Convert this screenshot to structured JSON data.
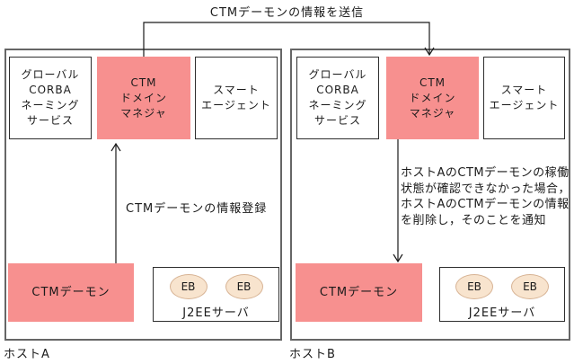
{
  "annotations": {
    "send_info": "CTMデーモンの情報を送信",
    "register_info": "CTMデーモンの情報登録",
    "delete_notice": "ホストAのCTMデーモンの稼働状態が確認できなかった場合，ホストAのCTMデーモンの情報を削除し，そのことを通知"
  },
  "hosts": [
    {
      "name": "ホストA",
      "corba_lines": [
        "グローバル",
        "CORBA",
        "ネーミング",
        "サービス"
      ],
      "ctm_dm_lines": [
        "CTM",
        "ドメイン",
        "マネジャ"
      ],
      "smart_lines": [
        "スマート",
        "エージェント"
      ],
      "daemon_label": "CTMデーモン",
      "j2ee_label": "J2EEサーバ",
      "eb_labels": [
        "EB",
        "EB"
      ]
    },
    {
      "name": "ホストB",
      "corba_lines": [
        "グローバル",
        "CORBA",
        "ネーミング",
        "サービス"
      ],
      "ctm_dm_lines": [
        "CTM",
        "ドメイン",
        "マネジャ"
      ],
      "smart_lines": [
        "スマート",
        "エージェント"
      ],
      "daemon_label": "CTMデーモン",
      "j2ee_label": "J2EEサーバ",
      "eb_labels": [
        "EB",
        "EB"
      ]
    }
  ],
  "colors": {
    "highlight_pink": "#f7908f",
    "eb_fill": "#f8e4ce",
    "eb_border": "#d7b394",
    "host_border": "#666666",
    "box_border": "#2e2e2e",
    "line": "#1a1a1a"
  }
}
